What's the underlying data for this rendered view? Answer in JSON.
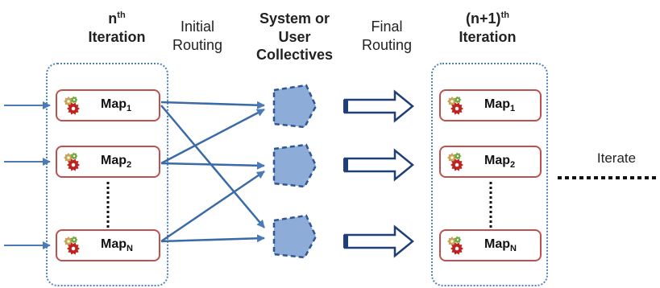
{
  "headers": {
    "nth_base": "n",
    "nth_sup": "th",
    "nth_line2": "Iteration",
    "initial_line1": "Initial",
    "initial_line2": "Routing",
    "collectives_line1": "System or",
    "collectives_line2": "User",
    "collectives_line3": "Collectives",
    "final_line1": "Final",
    "final_line2": "Routing",
    "n1_base": "(n+1)",
    "n1_sup": "th",
    "n1_line2": "Iteration"
  },
  "maps": {
    "base": "Map",
    "subs": [
      "1",
      "2",
      "N"
    ]
  },
  "iterate_label": "Iterate",
  "colors": {
    "arrow_blue": "#4a7ab8",
    "dotted_box": "#4f81bd",
    "map_border": "#c0504d",
    "pentagon_fill": "#8eacd8",
    "pentagon_stroke": "#2f5597",
    "hollow_arrow": "#1f3f77"
  },
  "icons": [
    "gear-cluster-icon",
    "pentagon-shape",
    "hollow-arrow"
  ]
}
